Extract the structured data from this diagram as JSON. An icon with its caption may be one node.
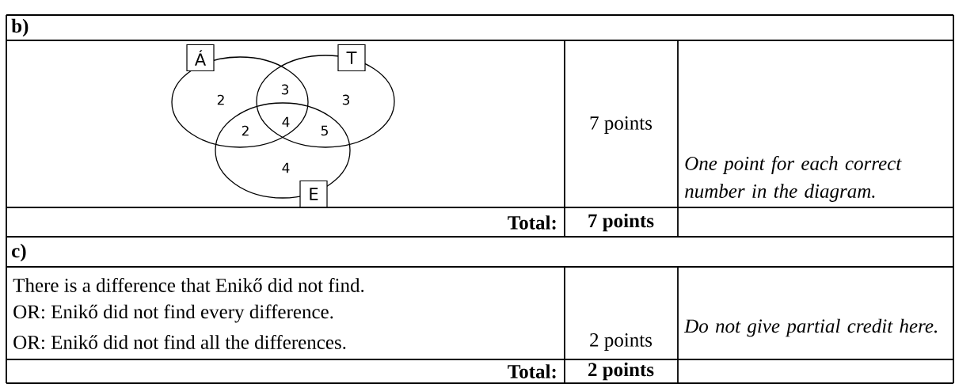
{
  "diagram": {
    "nodes": [
      {
        "text": [
          "Á"
        ]
      },
      {
        "text": [
          "T"
        ]
      },
      {
        "text": [
          "E"
        ]
      },
      {
        "text": [],
        "shape": "ellipse"
      },
      {
        "text": [],
        "shape": "ellipse"
      },
      {
        "text": [],
        "shape": "ellipse"
      }
    ],
    "labels": [
      "b)",
      "3",
      "2",
      "3",
      "4",
      "2",
      "5",
      "4",
      "7 points",
      "One point for each correct number in the diagram.",
      "Total:",
      "7 points",
      "c)",
      "There is a difference that Enikő did not find.",
      "OR: Enikő did not find every difference.",
      "OR: Enikő did not find all the differences.",
      "2 points",
      "Do not give partial credit here.",
      "Total:",
      "2 points"
    ]
  }
}
